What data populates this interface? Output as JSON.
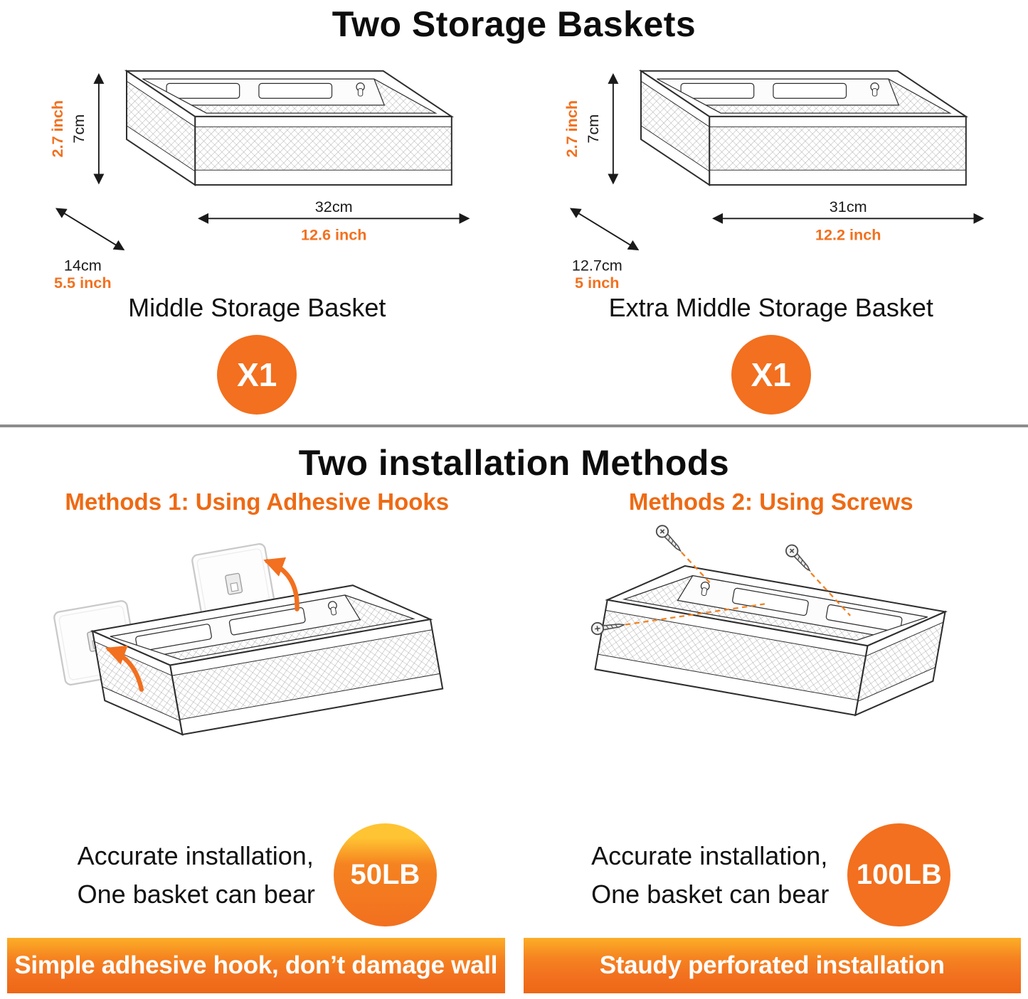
{
  "colors": {
    "orange": "#F2701F",
    "banner_orange": "#ED6716",
    "text_black": "#111111",
    "divider_gray": "#8C8C8C"
  },
  "baskets_section": {
    "title": "Two Storage Baskets",
    "items": [
      {
        "caption": "Middle Storage Basket",
        "qty": "X1",
        "height_cm": "7cm",
        "height_in": "2.7 inch",
        "depth_cm": "14cm",
        "depth_in": "5.5 inch",
        "width_cm": "32cm",
        "width_in": "12.6 inch"
      },
      {
        "caption": "Extra Middle Storage Basket",
        "qty": "X1",
        "height_cm": "7cm",
        "height_in": "2.7 inch",
        "depth_cm": "12.7cm",
        "depth_in": "5 inch",
        "width_cm": "31cm",
        "width_in": "12.2 inch"
      }
    ]
  },
  "install_section": {
    "title": "Two installation Methods",
    "methods": [
      {
        "title": "Methods 1: Using Adhesive Hooks",
        "line1": "Accurate installation,",
        "line2": "One basket can bear",
        "weight": "50LB",
        "banner": "Simple adhesive hook, don’t damage wall"
      },
      {
        "title": "Methods 2: Using Screws",
        "line1": "Accurate installation,",
        "line2": "One basket can bear",
        "weight": "100LB",
        "banner": "Staudy perforated installation"
      }
    ]
  }
}
